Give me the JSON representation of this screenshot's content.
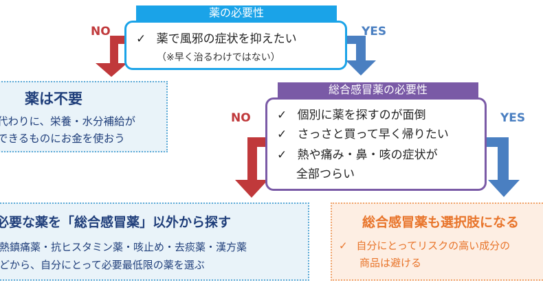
{
  "top": {
    "tab": "薬の必要性",
    "item": "薬で風邪の症状を抑えたい",
    "note": "（※早く治るわけではない）",
    "no": "NO",
    "yes": "YES"
  },
  "second": {
    "tab": "総合感冒薬の必要性",
    "items": [
      "個別に薬を探すのが面倒",
      "さっさと買って早く帰りたい",
      "熱や痛み・鼻・咳の症状が",
      "全部つらい"
    ],
    "no": "NO",
    "yes": "YES"
  },
  "left_box": {
    "title": "薬は不要",
    "lines": [
      "代わりに、栄養・水分補給が",
      "できるものにお金を使おう"
    ]
  },
  "mid_box": {
    "title": "必要な薬を「総合感冒薬」以外から探す",
    "lines": [
      "解熱鎮痛薬・抗ヒスタミン薬・咳止め・去痰薬・漢方薬",
      "などから、自分にとって必要最低限の薬を選ぶ"
    ]
  },
  "right_box": {
    "title": "総合感冒薬も選択肢になる",
    "lines": [
      "自分にとってリスクの高い成分の",
      "商品は避ける"
    ]
  },
  "colors": {
    "blue_tab": "#1aa3e8",
    "purple_tab": "#7a5aa6",
    "red_arrow": "#c0393b",
    "blue_arrow": "#4a7fc1",
    "orange": "#e8742a",
    "navy": "#1f3e7a",
    "blue_box_bg": "#e9f3f9",
    "blue_box_border": "#5aa9d6",
    "orange_box_bg": "#fdeee3",
    "orange_box_border": "#f0a36a"
  }
}
